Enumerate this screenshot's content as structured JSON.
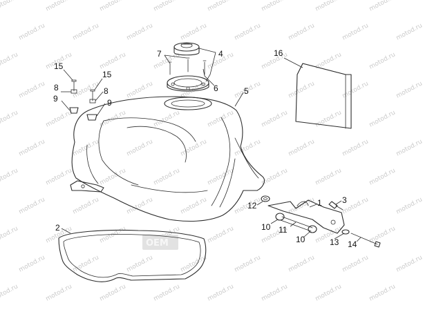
{
  "watermark": {
    "text": "motod.ru"
  },
  "badge": {
    "text": "OEM"
  },
  "callouts": {
    "c1": "1",
    "c2": "2",
    "c3": "3",
    "c4": "4",
    "c5": "5",
    "c6": "6",
    "c7": "7",
    "c8a": "8",
    "c8b": "8",
    "c9a": "9",
    "c9b": "9",
    "c10a": "10",
    "c10b": "10",
    "c11": "11",
    "c12": "12",
    "c13": "13",
    "c14": "14",
    "c15a": "15",
    "c15b": "15",
    "c16": "16"
  },
  "colors": {
    "line": "#2b2b2b",
    "watermark": "#c9c9c9",
    "background": "#ffffff"
  }
}
